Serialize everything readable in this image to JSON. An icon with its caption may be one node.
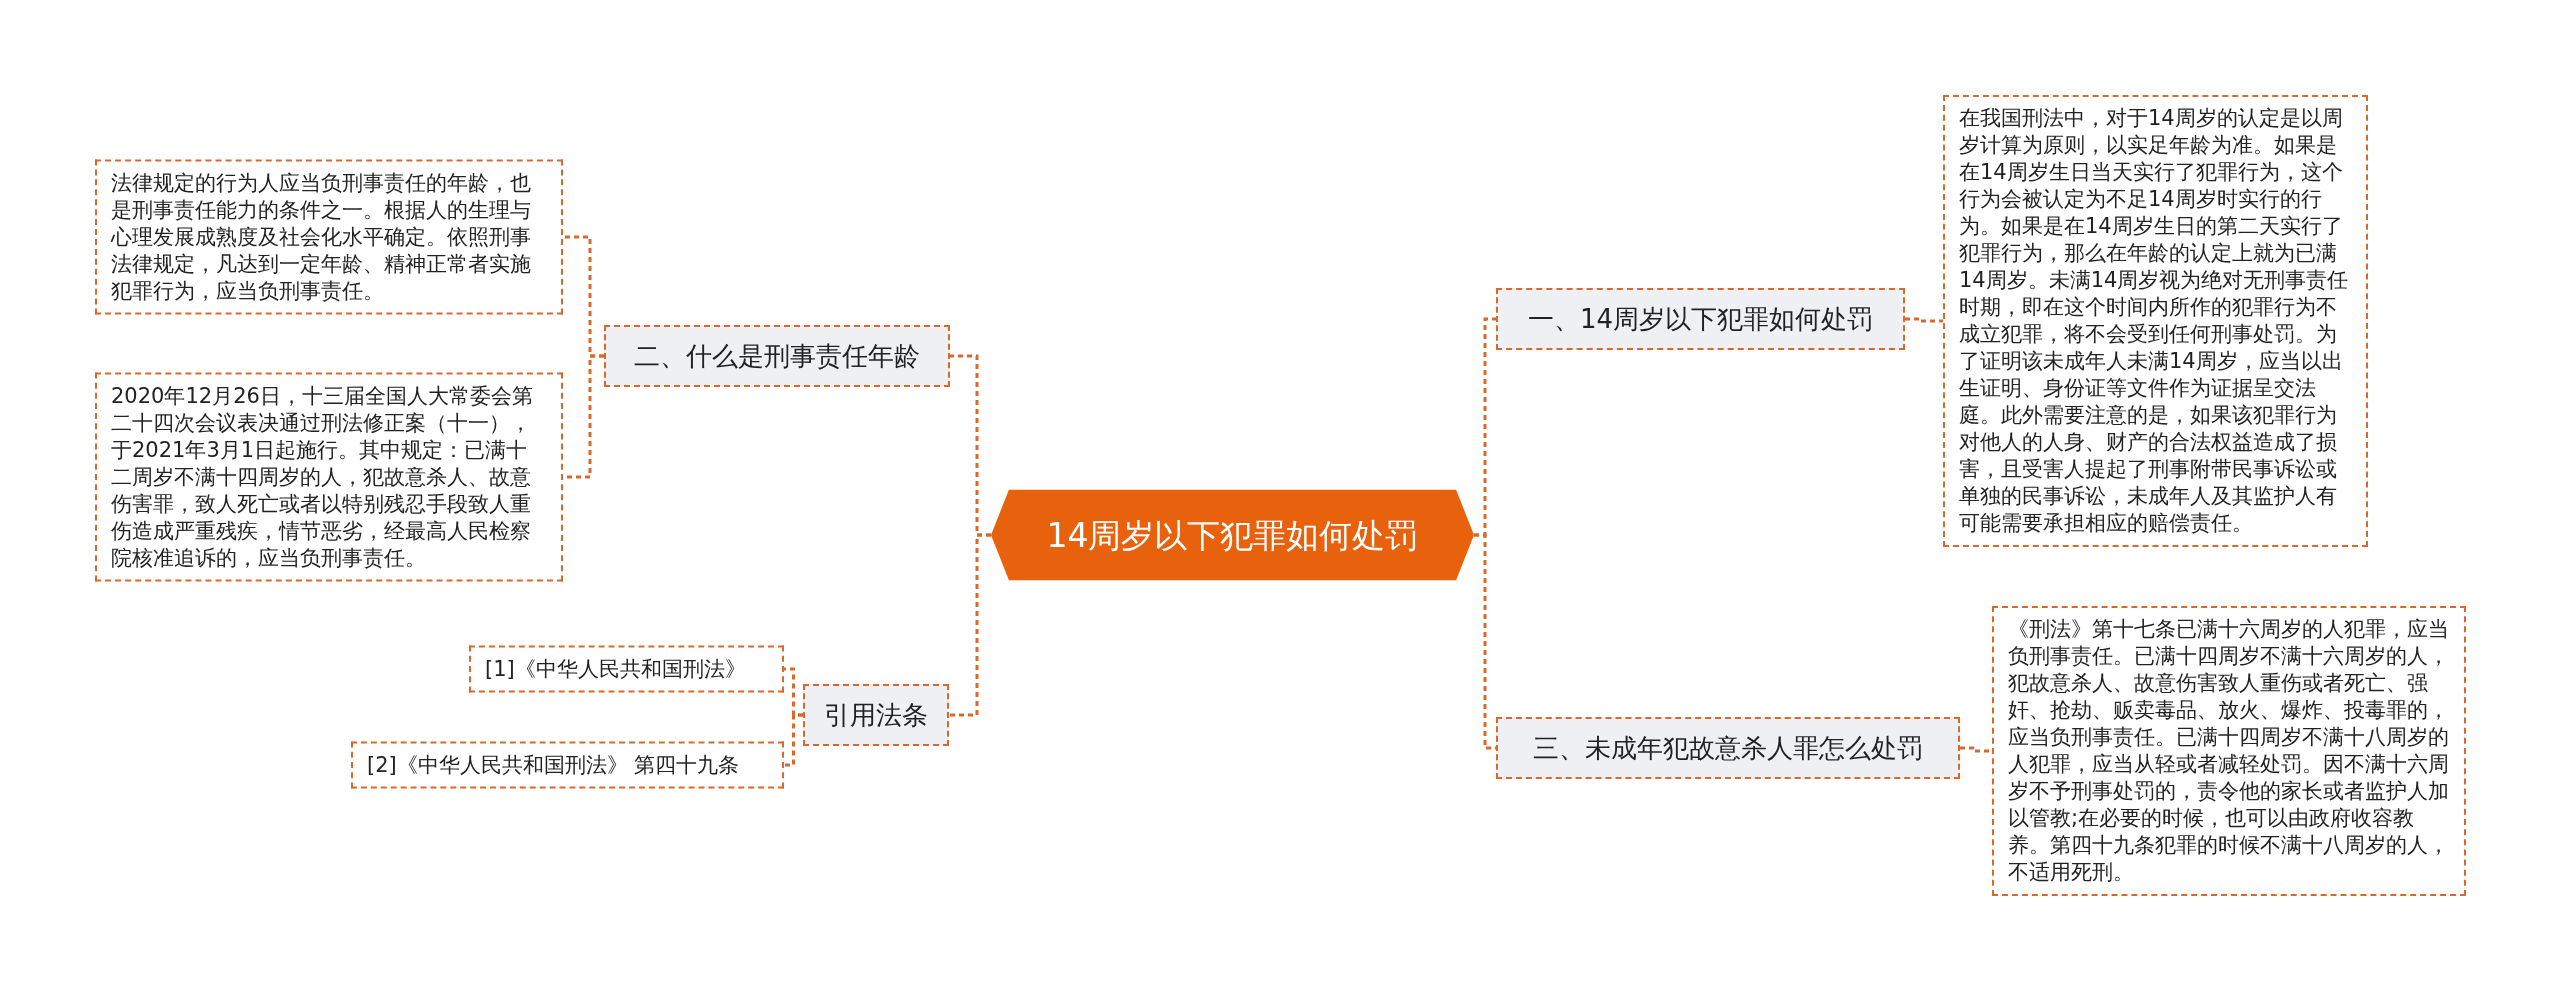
{
  "diagram": {
    "nodes": [
      {
        "text": [
          "14周岁以下犯罪如何处罚"
        ]
      },
      {
        "text": [
          "二、什么是刑事责任年龄"
        ]
      },
      {
        "text": [
          "法律规定的行为人应当负刑事责任的年龄，也是刑事责任能力的条件之一。根据人的生理与心理发展成熟度及社会化水平确定。依照刑事法律规定，凡达到一定年龄、精神正常者实施犯罪行为，应当负刑事责任。"
        ]
      },
      {
        "text": [
          "2020年12月26日，十三届全国人大常委会第二十四次会议表决通过刑法修正案（十一），于2021年3月1日起施行。其中规定：已满十二周岁不满十四周岁的人，犯故意杀人、故意伤害罪，致人死亡或者以特别残忍手段致人重伤造成严重残疾，情节恶劣，经最高人民检察院核准追诉的，应当负刑事责任。"
        ]
      },
      {
        "text": [
          "引用法条"
        ]
      },
      {
        "text": [
          "[1]《中华人民共和国刑法》"
        ]
      },
      {
        "text": [
          "[2]《中华人民共和国刑法》 第四十九条"
        ]
      },
      {
        "text": [
          "一、14周岁以下犯罪如何处罚"
        ]
      },
      {
        "text": [
          "在我国刑法中，对于14周岁的认定是以周岁计算为原则，以实足年龄为准。如果是在14周岁生日当天实行了犯罪行为，这个行为会被认定为不足14周岁时实行的行为。如果是在14周岁生日的第二天实行了犯罪行为，那么在年龄的认定上就为已满14周岁。未满14周岁视为绝对无刑事责任时期，即在这个时间内所作的犯罪行为不成立犯罪，将不会受到任何刑事处罚。为了证明该未成年人未满14周岁，应当以出生证明、身份证等文件作为证据呈交法庭。此外需要注意的是，如果该犯罪行为对他人的人身、财产的合法权益造成了损害，且受害人提起了刑事附带民事诉讼或单独的民事诉讼，未成年人及其监护人有可能需要承担相应的赔偿责任。"
        ]
      },
      {
        "text": [
          "三、未成年犯故意杀人罪怎么处罚"
        ]
      },
      {
        "text": [
          "《刑法》第十七条已满十六周岁的人犯罪，应当负刑事责任。已满十四周岁不满十六周岁的人，犯故意杀人、故意伤害致人重伤或者死亡、强奸、抢劫、贩卖毒品、放火、爆炸、投毒罪的，应当负刑事责任。已满十四周岁不满十八周岁的人犯罪，应当从轻或者减轻处罚。因不满十六周岁不予刑事处罚的，责令他的家长或者监护人加以管教;在必要的时候，也可以由政府收容教养。第四十九条犯罪的时候不满十八周岁的人，不适用死刑。"
        ]
      }
    ],
    "edges": [
      {
        "from": 0,
        "to": 1,
        "arrow": "none",
        "style": "dashed"
      },
      {
        "from": 1,
        "to": 2,
        "arrow": "none",
        "style": "dashed"
      },
      {
        "from": 1,
        "to": 3,
        "arrow": "none",
        "style": "dashed"
      },
      {
        "from": 0,
        "to": 4,
        "arrow": "none",
        "style": "dashed"
      },
      {
        "from": 4,
        "to": 5,
        "arrow": "none",
        "style": "dashed"
      },
      {
        "from": 4,
        "to": 6,
        "arrow": "none",
        "style": "dashed"
      },
      {
        "from": 0,
        "to": 7,
        "arrow": "none",
        "style": "dashed"
      },
      {
        "from": 7,
        "to": 8,
        "arrow": "none",
        "style": "dashed"
      },
      {
        "from": 0,
        "to": 9,
        "arrow": "none",
        "style": "dashed"
      },
      {
        "from": 9,
        "to": 10,
        "arrow": "none",
        "style": "dashed"
      }
    ]
  }
}
